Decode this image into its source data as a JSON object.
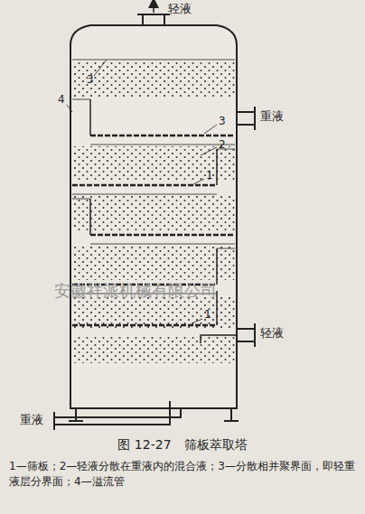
{
  "diagram": {
    "caption": "图 12-27　筛板萃取塔",
    "labels": [
      "轻液",
      "重液",
      "轻液",
      "重液",
      "3",
      "4",
      "3",
      "2",
      "1",
      "1",
      "安徽祥派机械有限公司",
      "1—筛板；2—轻液分散在重液内的混合液；3—分散相并聚界面，即轻重液层分界面；4—溢流管"
    ]
  }
}
